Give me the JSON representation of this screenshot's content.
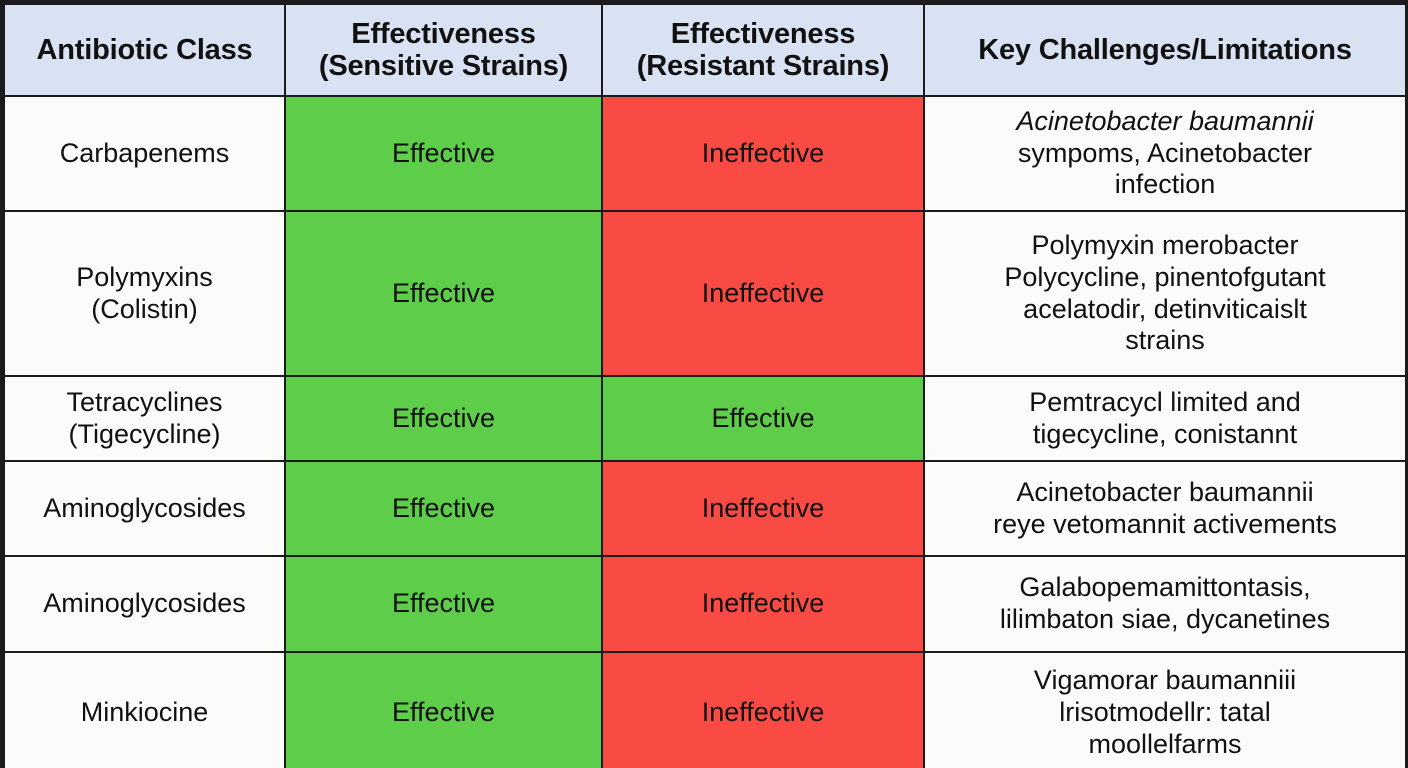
{
  "table": {
    "columns": [
      {
        "id": "antibiotic-class",
        "label_lines": [
          "Antibiotic Class"
        ]
      },
      {
        "id": "effectiveness-sensitive",
        "label_lines": [
          "Effectiveness",
          "(Sensitive Strains)"
        ]
      },
      {
        "id": "effectiveness-resistant",
        "label_lines": [
          "Effectiveness",
          "(Resistant Strains)"
        ]
      },
      {
        "id": "key-challenges",
        "label_lines": [
          "Key Challenges/Limitations"
        ]
      }
    ],
    "rows": [
      {
        "class_lines": [
          "Carbapenems"
        ],
        "sensitive": "Effective",
        "sensitive_state": "effective",
        "resistant": "Ineffective",
        "resistant_state": "ineffective",
        "challenge_lines": [
          {
            "text": "Acinetobacter baumannii",
            "italic": true
          },
          {
            "text": "sympoms, Acinetobacter",
            "italic": false
          },
          {
            "text": "infection",
            "italic": false
          }
        ]
      },
      {
        "class_lines": [
          "Polymyxins",
          "(Colistin)"
        ],
        "sensitive": "Effective",
        "sensitive_state": "effective",
        "resistant": "Ineffective",
        "resistant_state": "ineffective",
        "challenge_lines": [
          {
            "text": "Polymyxin merobacter",
            "italic": false
          },
          {
            "text": "Polycycline, pinentofgutant",
            "italic": false
          },
          {
            "text": "acelatodir, detinviticaislt",
            "italic": false
          },
          {
            "text": "strains",
            "italic": false
          }
        ]
      },
      {
        "class_lines": [
          "Tetracyclines",
          "(Tigecycline)"
        ],
        "sensitive": "Effective",
        "sensitive_state": "effective",
        "resistant": "Effective",
        "resistant_state": "effective",
        "challenge_lines": [
          {
            "text": "Pemtracycl limited and",
            "italic": false
          },
          {
            "text": "tigecycline, conistannt",
            "italic": false
          }
        ]
      },
      {
        "class_lines": [
          "Aminoglycosides"
        ],
        "sensitive": "Effective",
        "sensitive_state": "effective",
        "resistant": "Ineffective",
        "resistant_state": "ineffective",
        "challenge_lines": [
          {
            "text": "Acinetobacter baumannii",
            "italic": false
          },
          {
            "text": "reye vetomannit activements",
            "italic": false
          }
        ]
      },
      {
        "class_lines": [
          "Aminoglycosides"
        ],
        "sensitive": "Effective",
        "sensitive_state": "effective",
        "resistant": "Ineffective",
        "resistant_state": "ineffective",
        "challenge_lines": [
          {
            "text": "Galabopemamittontasis,",
            "italic": false
          },
          {
            "text": "lilimbaton siae, dycanetines",
            "italic": false
          }
        ]
      },
      {
        "class_lines": [
          "Minkiocine"
        ],
        "sensitive": "Effective",
        "sensitive_state": "effective",
        "resistant": "Ineffective",
        "resistant_state": "ineffective",
        "challenge_lines": [
          {
            "text": "Vigamorar baumanniii",
            "italic": false
          },
          {
            "text": "lrisotmodellr: tatal",
            "italic": false
          },
          {
            "text": "moollelfarms",
            "italic": false
          }
        ]
      }
    ]
  },
  "colors": {
    "header_background": "#D8E2F3",
    "effective": "#5ECD4A",
    "ineffective": "#FA4A44",
    "cell_background": "#FBFBF9",
    "border": "#1B1B1B",
    "text": "#111111"
  }
}
